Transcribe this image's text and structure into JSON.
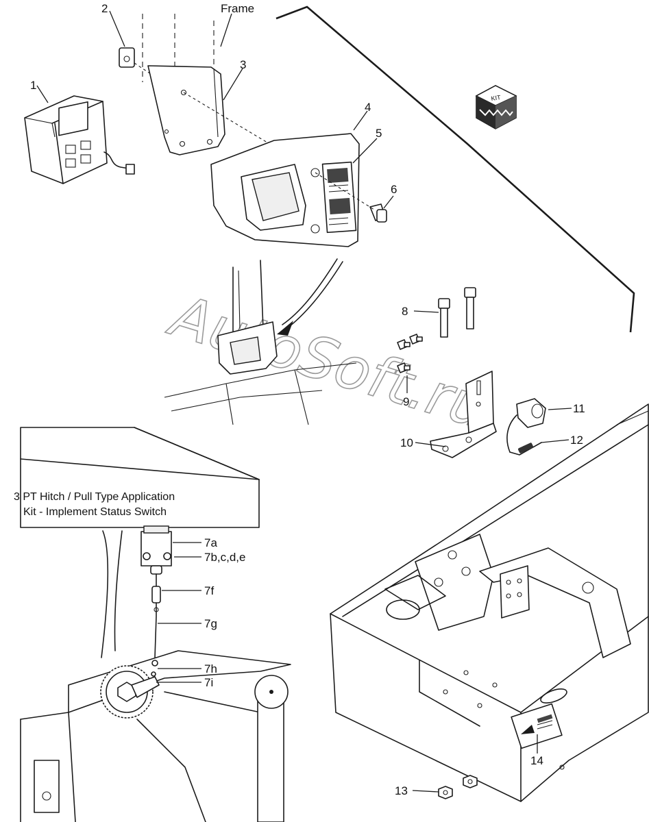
{
  "frame_label": "Frame",
  "callouts": {
    "c1": "1",
    "c2": "2",
    "c3": "3",
    "c4": "4",
    "c5": "5",
    "c6": "6",
    "c7a": "7a",
    "c7b": "7b,c,d,e",
    "c7f": "7f",
    "c7g": "7g",
    "c7h": "7h",
    "c7i": "7i",
    "c8": "8",
    "c9": "9",
    "c10": "10",
    "c11": "11",
    "c12": "12",
    "c13": "13",
    "c14": "14"
  },
  "caption": {
    "line1": "3 PT Hitch / Pull Type Application",
    "line2": "Kit - Implement Status Switch"
  },
  "kit_badge": "KIT",
  "watermark": "AutoSoft.ru"
}
